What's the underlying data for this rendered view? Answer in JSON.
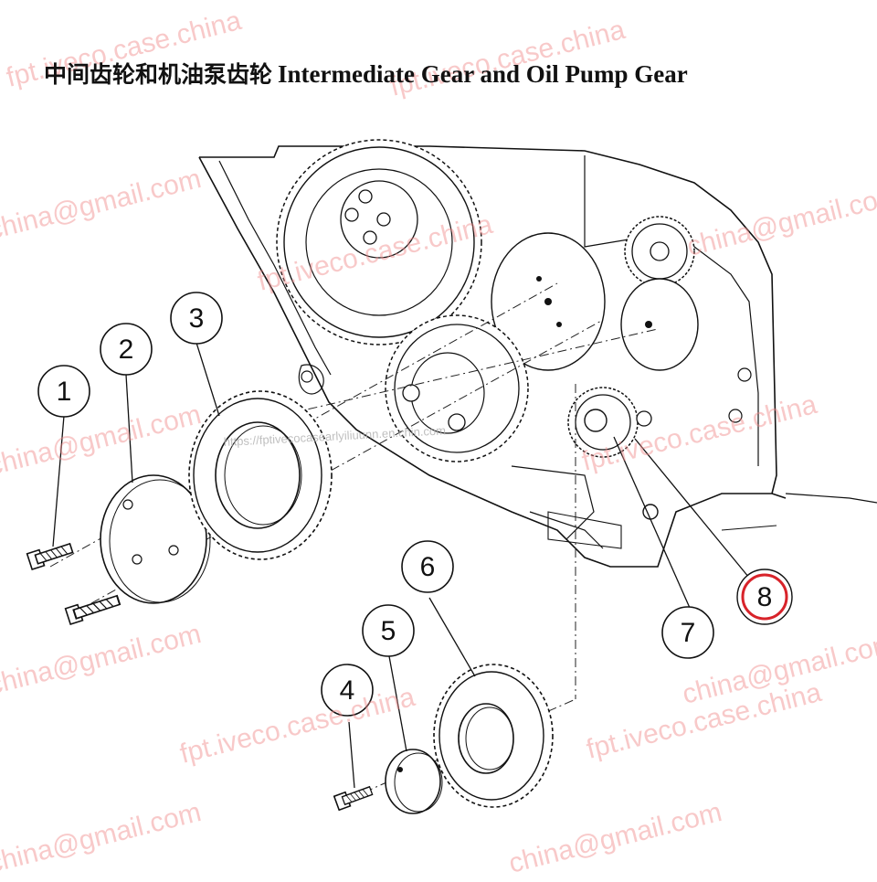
{
  "title": {
    "chinese": "中间齿轮和机油泵齿轮",
    "english": "Intermediate Gear and Oil Pump Gear"
  },
  "callouts": [
    {
      "id": "1",
      "label": "1",
      "highlighted": false
    },
    {
      "id": "2",
      "label": "2",
      "highlighted": false
    },
    {
      "id": "3",
      "label": "3",
      "highlighted": false
    },
    {
      "id": "4",
      "label": "4",
      "highlighted": false
    },
    {
      "id": "5",
      "label": "5",
      "highlighted": false
    },
    {
      "id": "6",
      "label": "6",
      "highlighted": false
    },
    {
      "id": "7",
      "label": "7",
      "highlighted": false
    },
    {
      "id": "8",
      "label": "8",
      "highlighted": true
    }
  ],
  "highlight_color": "#d8232a",
  "watermarks": {
    "site": "fpt.iveco.case.china",
    "email": "china@gmail.com",
    "url": "https://fptivecocasearlyiliuunn.en.chin.com"
  }
}
